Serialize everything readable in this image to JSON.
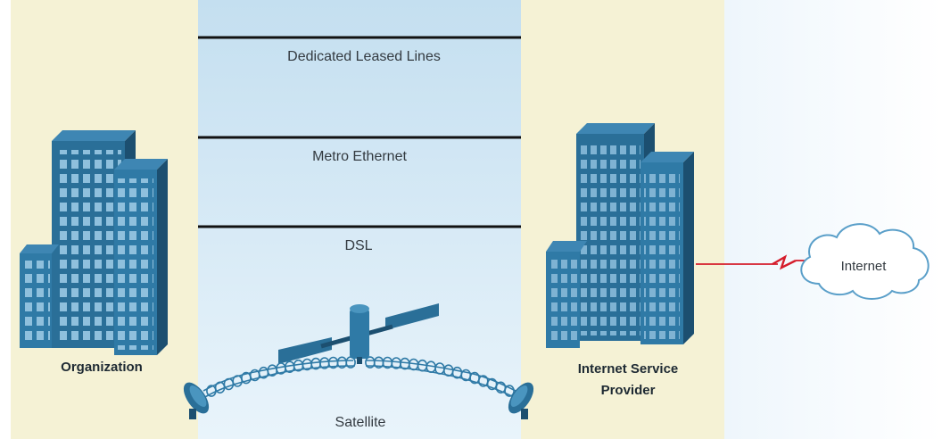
{
  "connections": {
    "leased_lines": "Dedicated Leased Lines",
    "metro_ethernet": "Metro Ethernet",
    "dsl": "DSL",
    "satellite": "Satellite"
  },
  "nodes": {
    "organization": "Organization",
    "isp_line1": "Internet Service",
    "isp_line2": "Provider",
    "internet": "Internet"
  },
  "colors": {
    "left_panel": "#f6f3d6",
    "right_panel": "#f6f3d6",
    "center_band_top": "#c7e1f1",
    "center_band_bottom": "#e6f2fa",
    "building_dark": "#1f5a7e",
    "building_mid": "#2f7aa6",
    "building_light": "#4a95bf",
    "window": "#9cc8e2",
    "link_red": "#d51c2b",
    "cloud_stroke": "#5a9fc9"
  },
  "icons": [
    "building-icon",
    "satellite-icon",
    "dish-icon",
    "cloud-icon",
    "lightning-link-icon"
  ]
}
